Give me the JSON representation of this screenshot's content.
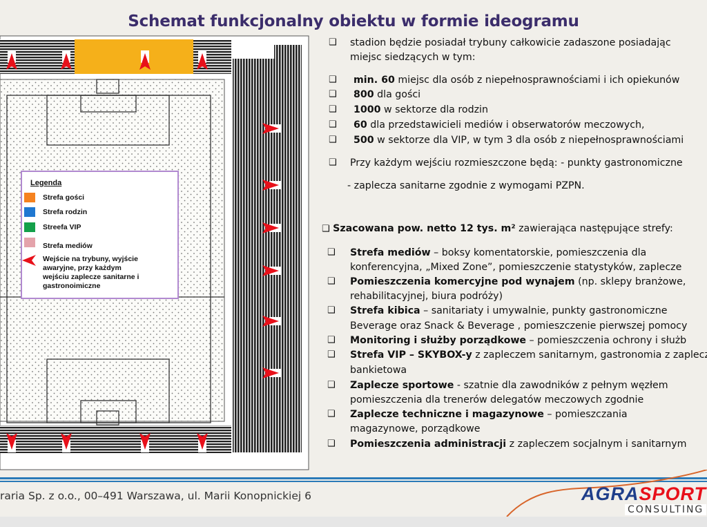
{
  "title": "Schemat funkcjonalny obiektu w formie ideogramu",
  "legend": {
    "title": "Legenda",
    "items": [
      {
        "label": "Strefa gości",
        "color": "#f5821f"
      },
      {
        "label": "Strefa rodzin",
        "color": "#1f78d1"
      },
      {
        "label": "Streefa VIP",
        "color": "#14a04a"
      },
      {
        "label": "Strefa mediów",
        "color": "#e4a3ab"
      }
    ],
    "arrow_label_1": "Wejście na trybuny, wyjście",
    "arrow_label_2": "awaryjne, przy każdym",
    "arrow_label_3": "wejściu zaplecze sanitarne i",
    "arrow_label_4": "gastronoimiczne"
  },
  "text": {
    "l1": "stadion będzie posiadał trybuny całkowicie zadaszone posiadając",
    "l2": "miejsc siedzących w tym:",
    "b1": "min. 60",
    "t1": " miejsc dla osób z niepełnosprawnościami i ich opiekunów",
    "b2": "800",
    "t2": " dla gości",
    "b3": "1000",
    "t3": " w sektorze dla rodzin",
    "b4": "60",
    "t4": " dla przedstawicieli mediów i obserwatorów meczowych,",
    "b5": "500",
    "t5": " w sektorze dla VIP, w tym 3 dla osób z niepełnosprawnościami",
    "l3": "Przy każdym wejściu rozmieszczone będą:   - punkty gastronomiczne",
    "l4": "- zaplecza sanitarne zgodnie z wymogami PZPN.",
    "s_b": "Szacowana pow. netto 12 tys.  m²",
    "s_t": " zawierająca następujące strefy:",
    "z1b": "Strefa mediów",
    "z1t": " – boksy komentatorskie, pomieszczenia dla",
    "z1c": "konferencyjna, „Mixed Zone”, pomieszczenie statystyków, zaplecze",
    "z2b": "Pomieszczenia komercyjne pod wynajem",
    "z2t": " (np. sklepy branżowe,",
    "z2c": "rehabilitacyjnej, biura podróży)",
    "z3b": "Strefa kibica",
    "z3t": " – sanitariaty i umywalnie, punkty gastronomiczne",
    "z3c": "Beverage oraz Snack & Beverage , pomieszczenie pierwszej pomocy",
    "z4b": "Monitoring i służby porządkowe",
    "z4t": " – pomieszczenia ochrony i służb",
    "z5b": "Strefa VIP – SKYBOX-y",
    "z5t": " z zapleczem sanitarnym, gastronomia z zapleczem",
    "z5c": "bankietowa",
    "z6b": "Zaplecze sportowe",
    "z6t": " - szatnie dla zawodników z pełnym węzłem",
    "z6c": "pomieszczenia dla trenerów delegatów meczowych zgodnie",
    "z7b": "Zaplecze techniczne i magazynowe",
    "z7t": " – pomieszczania",
    "z7c": "magazynowe, porządkowe",
    "z8b": "Pomieszczenia administracji",
    "z8t": " z zapleczem socjalnym i sanitarnym"
  },
  "footer": {
    "address": "raria Sp. z o.o., 00–491 Warszawa, ul.  Marii Konopnickiej 6",
    "logo_a": "AGRA",
    "logo_b": "SPORT",
    "logo_sub": "CONSULTING"
  },
  "colors": {
    "title": "#3b2d6b",
    "guest": "#f5b01a",
    "arrow": "#e8101a",
    "line": "#2a7ab8"
  }
}
